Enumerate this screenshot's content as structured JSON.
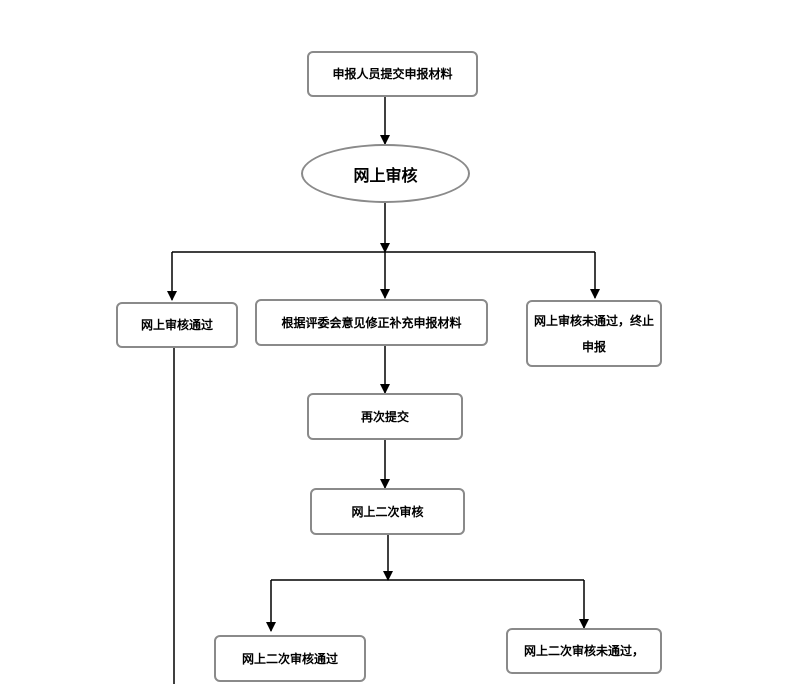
{
  "nodes": {
    "submit": "申报人员提交申报材料",
    "online_review": "网上审核",
    "review_passed": "网上审核通过",
    "supplement": "根据评委会意见修正补充申报材料",
    "review_failed": "网上审核未通过，终止申报",
    "resubmit": "再次提交",
    "second_review": "网上二次审核",
    "second_passed": "网上二次审核通过",
    "second_failed": "网上二次审核未通过，"
  },
  "colors": {
    "border": "#8a8a8a",
    "line": "#000000"
  }
}
